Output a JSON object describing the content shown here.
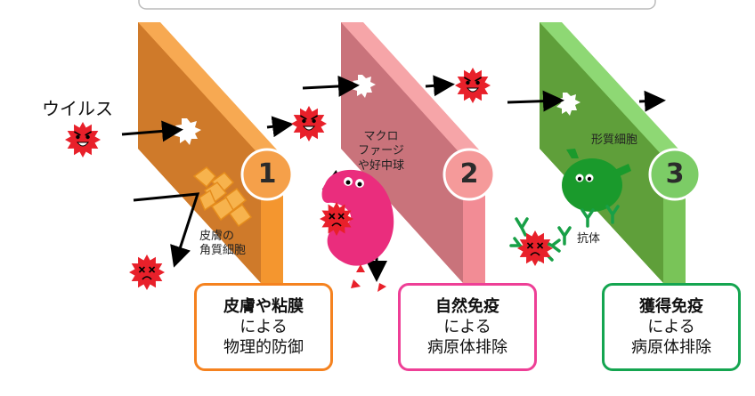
{
  "labels": {
    "virus": "ウイルス",
    "skin_cells": [
      "皮膚の",
      "角質細胞"
    ],
    "macrophage": [
      "マクロ",
      "ファージ",
      "や好中球"
    ],
    "plasma_cell": "形質細胞",
    "antibody": "抗体"
  },
  "barriers": [
    {
      "number": "1",
      "color": "#f5a04a",
      "title": "皮膚や粘膜",
      "line2": "による",
      "line3": "物理的防御"
    },
    {
      "number": "2",
      "color": "#f59a9a",
      "title": "自然免疫",
      "line2": "による",
      "line3": "病原体排除"
    },
    {
      "number": "3",
      "color": "#7ccc66",
      "title": "獲得免疫",
      "line2": "による",
      "line3": "病原体排除"
    }
  ],
  "colors": {
    "orange": "#f5821f",
    "pink": "#ee3f96",
    "green": "#14a550",
    "virus_red": "#e8202a"
  }
}
